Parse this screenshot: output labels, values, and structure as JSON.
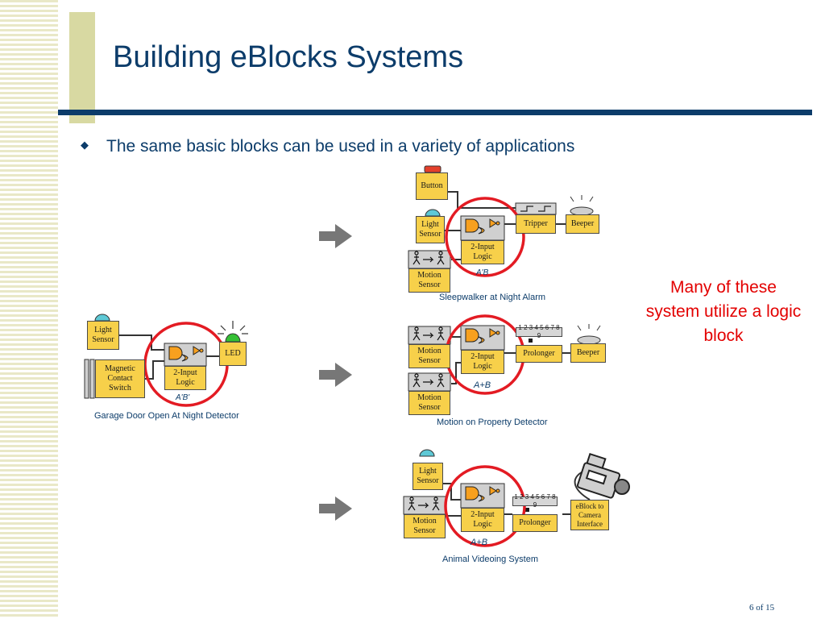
{
  "slide": {
    "title": "Building eBlocks Systems",
    "bullet": "The same basic blocks can be used in a variety of applications",
    "side_note": "Many of these system utilize a logic block",
    "page_number": "6 of 15"
  },
  "colors": {
    "title": "#0c3c6a",
    "accent_bar": "#d8d9a2",
    "block_fill": "#f7d04a",
    "highlight_circle": "#e31b23",
    "side_note": "#e30000"
  },
  "diagrams": {
    "garage": {
      "caption": "Garage Door Open At Night Detector",
      "light_sensor": "Light\nSensor",
      "magnetic_switch": "Magnetic\nContact\nSwitch",
      "logic": "2-Input\nLogic",
      "led": "LED",
      "expression": "A'B'"
    },
    "sleepwalker": {
      "caption": "Sleepwalker at Night Alarm",
      "button": "Button",
      "light_sensor": "Light\nSensor",
      "motion_sensor": "Motion\nSensor",
      "logic": "2-Input\nLogic",
      "tripper": "Tripper",
      "beeper": "Beeper",
      "expression": "A'B"
    },
    "property": {
      "caption": "Motion on Property Detector",
      "motion_sensor_1": "Motion\nSensor",
      "motion_sensor_2": "Motion\nSensor",
      "logic": "2-Input\nLogic",
      "prolonger": "Prolonger",
      "prolonger_scale": "1 2 3 4 5 6 7 8 9",
      "beeper": "Beeper",
      "expression": "A+B"
    },
    "animal": {
      "caption": "Animal Videoing System",
      "light_sensor": "Light\nSensor",
      "motion_sensor": "Motion\nSensor",
      "logic": "2-Input\nLogic",
      "prolonger": "Prolonger",
      "prolonger_scale": "1 2 3 4 5 6 7 8 9",
      "camera_interface": "eBlock to\nCamera\nInterface",
      "expression": "A+B"
    }
  }
}
